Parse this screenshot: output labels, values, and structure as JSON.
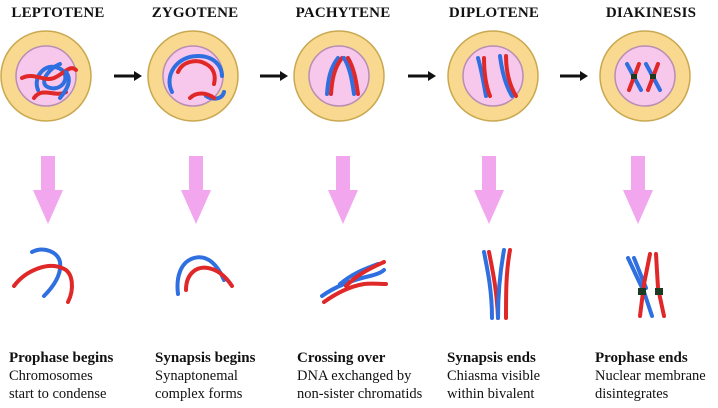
{
  "colors": {
    "cell_outer": "#f8d98f",
    "cell_outer_stroke": "#c9a850",
    "nucleus": "#f7c8ec",
    "nucleus_stroke": "#b98eb3",
    "chromosome_blue": "#2f6fe0",
    "chromosome_red": "#e02828",
    "down_arrow": "#f2a6ee",
    "side_arrow": "#111111",
    "centromere": "#1a3a22"
  },
  "stages": [
    {
      "title": "LEPTOTENE",
      "caption_title": "Prophase begins",
      "caption_lines": [
        "Chromosomes",
        "start to condense"
      ]
    },
    {
      "title": "ZYGOTENE",
      "caption_title": "Synapsis begins",
      "caption_lines": [
        "Synaptonemal",
        "complex forms"
      ]
    },
    {
      "title": "PACHYTENE",
      "caption_title": "Crossing over",
      "caption_lines": [
        "DNA exchanged by",
        "non-sister chromatids"
      ]
    },
    {
      "title": "DIPLOTENE",
      "caption_title": "Synapsis ends",
      "caption_lines": [
        "Chiasma visible",
        "within bivalent"
      ]
    },
    {
      "title": "DIAKINESIS",
      "caption_title": "Prophase ends",
      "caption_lines": [
        "Nuclear membrane",
        "disintegrates"
      ]
    }
  ]
}
